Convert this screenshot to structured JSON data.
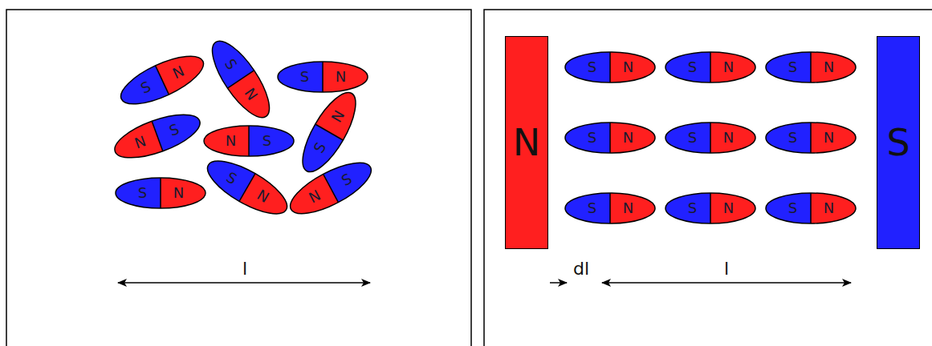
{
  "diagram": {
    "nodes": [
      {
        "text": [
          "S",
          "N"
        ]
      },
      {
        "text": [
          "S",
          "N"
        ]
      },
      {
        "text": [
          "S",
          "N"
        ]
      },
      {
        "text": [
          "N",
          "S"
        ]
      },
      {
        "text": [
          "N",
          "S"
        ]
      },
      {
        "text": [
          "S",
          "N"
        ]
      },
      {
        "text": [
          "S",
          "N"
        ]
      },
      {
        "text": [
          "S",
          "N"
        ]
      },
      {
        "text": [
          "N",
          "S"
        ]
      },
      {
        "text": [
          "N"
        ]
      },
      {
        "text": [
          "S",
          "N"
        ]
      },
      {
        "text": [
          "S",
          "N"
        ]
      },
      {
        "text": [
          "S",
          "N"
        ]
      },
      {
        "text": [
          "S",
          "N"
        ]
      },
      {
        "text": [
          "S",
          "N"
        ]
      },
      {
        "text": [
          "S",
          "N"
        ]
      },
      {
        "text": [
          "S",
          "N"
        ]
      },
      {
        "text": [
          "S",
          "N"
        ]
      },
      {
        "text": [
          "S",
          "N"
        ]
      },
      {
        "text": [
          "S"
        ]
      }
    ],
    "labels": [
      "l",
      "dl",
      "l"
    ]
  }
}
